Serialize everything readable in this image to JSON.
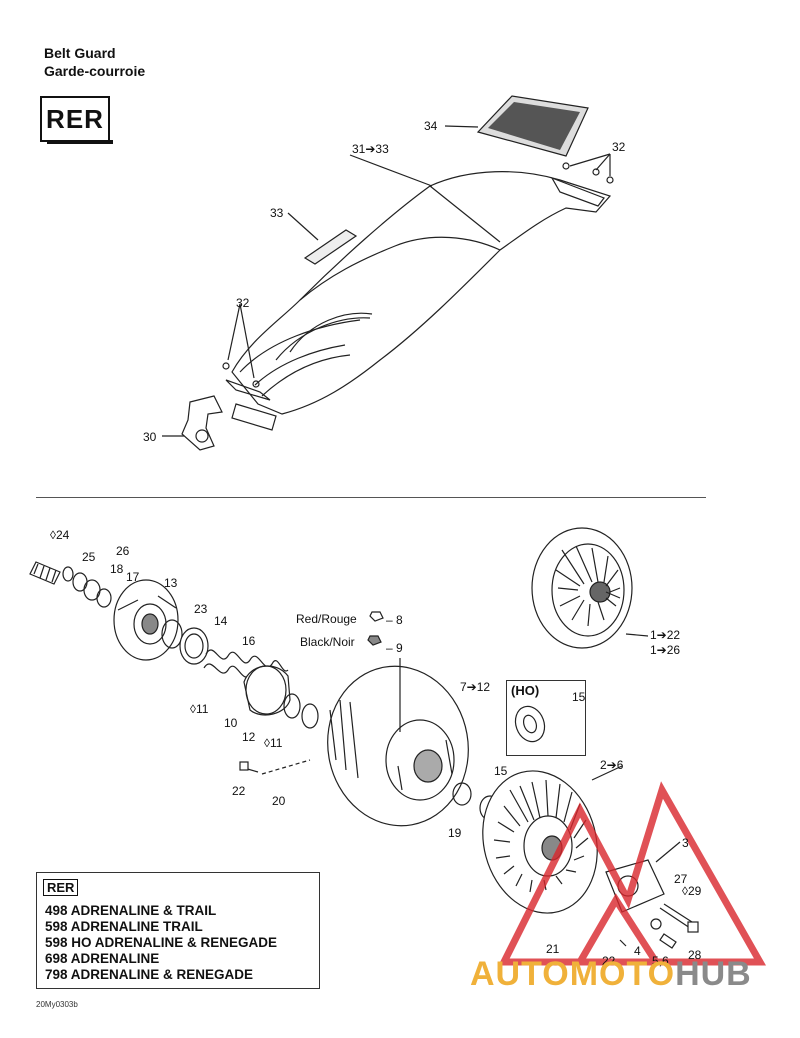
{
  "header": {
    "title_en": "Belt Guard",
    "title_fr": "Garde-courroie",
    "badge": "RER"
  },
  "top_labels": {
    "p34": "34",
    "p31_33": "31➔33",
    "p32a": "32",
    "p33": "33",
    "p32b": "32",
    "p30": "30"
  },
  "bottom_labels": {
    "p24": "24",
    "p25": "25",
    "p26": "26",
    "p18": "18",
    "p17": "17",
    "p13": "13",
    "p23": "23",
    "p14": "14",
    "p16": "16",
    "p11a": "11",
    "p10": "10",
    "p12": "12",
    "p11b": "11",
    "p22a": "22",
    "p20": "20",
    "red": "Red/Rouge",
    "p8": "8",
    "black": "Black/Noir",
    "p9": "9",
    "p7_12": "7➔12",
    "p15a": "15",
    "p15b": "15",
    "p19": "19",
    "p2_6": "2➔6",
    "p1_22": "1➔22",
    "p1_26": "1➔26",
    "p3": "3",
    "p27": "27",
    "p29": "29",
    "p21": "21",
    "p22b": "22",
    "p4": "4",
    "p56": "5,6",
    "p28": "28"
  },
  "ho_box": {
    "title": "(HO)"
  },
  "legend": {
    "tag": "RER",
    "lines": [
      "498 ADRENALINE & TRAIL",
      "598 ADRENALINE  TRAIL",
      "598 HO ADRENALINE & RENEGADE",
      "698 ADRENALINE",
      "798 ADRENALINE & RENEGADE"
    ]
  },
  "footer": {
    "code": "20My0303b"
  },
  "watermark": {
    "part1": "AUTOMOTO",
    "part2": "HUB",
    "accent": "#f0b13a",
    "gray": "#8a8a8a",
    "red": "#d9262c"
  }
}
